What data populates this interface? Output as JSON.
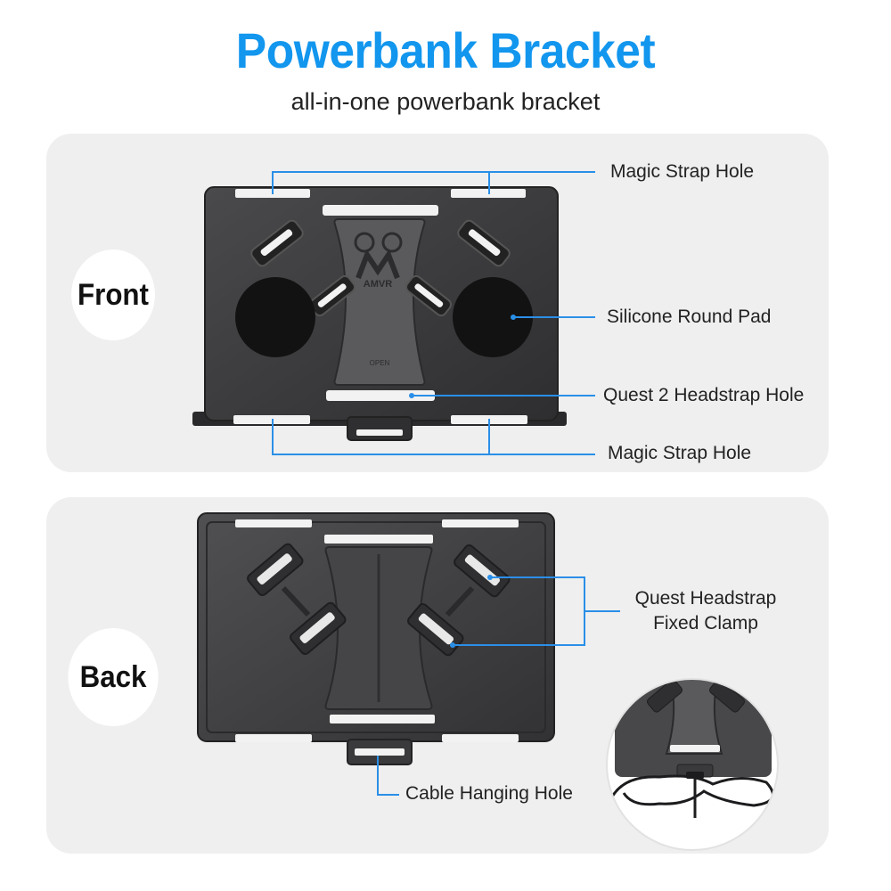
{
  "header": {
    "title": "Powerbank Bracket",
    "subtitle": "all-in-one powerbank bracket"
  },
  "front": {
    "badge": "Front",
    "logo_text": "AMVR",
    "open_text": "OPEN",
    "labels": {
      "magic_strap_top": "Magic Strap Hole",
      "silicone_pad": "Silicone Round Pad",
      "quest2_headstrap": "Quest 2 Headstrap Hole",
      "magic_strap_bottom": "Magic Strap Hole"
    }
  },
  "back": {
    "badge": "Back",
    "labels": {
      "clamp_line1": "Quest Headstrap",
      "clamp_line2": "Fixed Clamp",
      "cable_hole": "Cable Hanging Hole"
    }
  },
  "colors": {
    "accent": "#1296ee",
    "callout_line": "#2a8fe8",
    "panel_bg": "#efefef",
    "bracket": "#3c3c3e"
  }
}
